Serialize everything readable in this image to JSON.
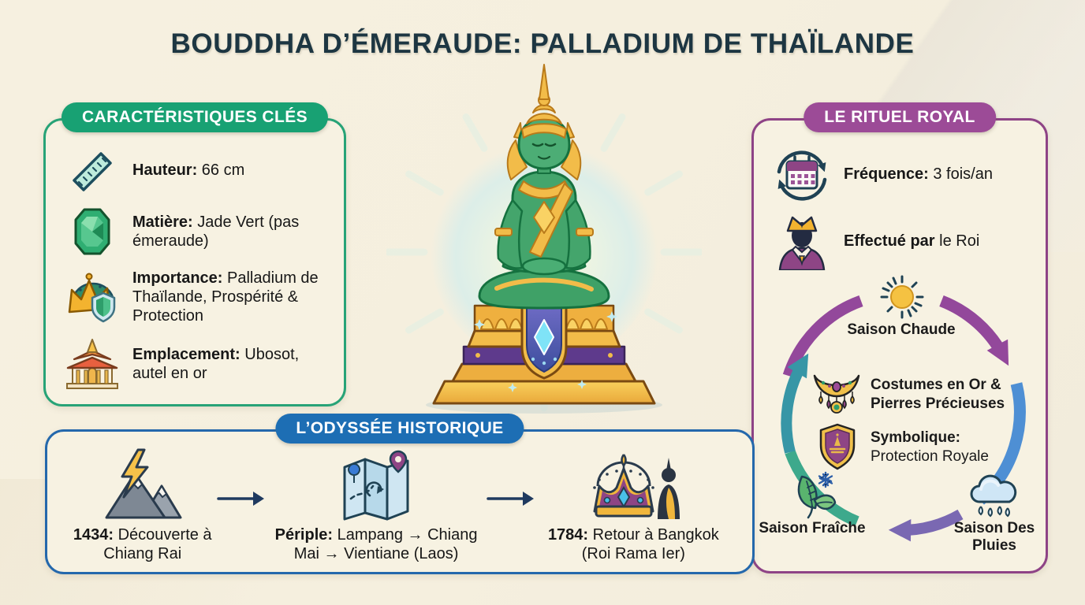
{
  "title": "BOUDDHA D’ÉMERAUDE: PALLADIUM DE THAÏLANDE",
  "colors": {
    "background": "#f5efdf",
    "title_text": "#1d3642",
    "green_accent": "#18a173",
    "purple_accent": "#9c4b97",
    "blue_accent": "#1d6eb4",
    "cycle_purple": "#93489b",
    "cycle_blue": "#4e8fd4",
    "cycle_violet": "#7a68b2",
    "cycle_teal": "#3796a6",
    "cycle_green": "#3da98c"
  },
  "left_panel": {
    "header": "CARACTÉRISTIQUES CLÉS",
    "items": [
      {
        "icon": "ruler-icon",
        "label": "Hauteur:",
        "text": " 66 cm"
      },
      {
        "icon": "emerald-icon",
        "label": "Matière:",
        "text": " Jade Vert (pas émeraude)"
      },
      {
        "icon": "crown-shield-icon",
        "label": "Importance:",
        "text": " Palladium de Thaïlande, Prospérité & Protection"
      },
      {
        "icon": "temple-icon",
        "label": "Emplacement:",
        "text": " Ubosot, autel en or"
      }
    ]
  },
  "center": {
    "illustration": "emerald-buddha-statue"
  },
  "right_panel": {
    "header": "LE RITUEL ROYAL",
    "items": [
      {
        "icon": "calendar-cycle-icon",
        "label": "Fréquence:",
        "text": " 3 fois/an"
      },
      {
        "icon": "king-icon",
        "label": "Effectué par",
        "text": " le Roi"
      }
    ],
    "cycle": {
      "season_top": {
        "icon": "sun-icon",
        "label": "Saison Chaude"
      },
      "season_right": {
        "icon": "rain-cloud-icon",
        "label": "Saison Des Pluies"
      },
      "season_left": {
        "icon": "leaves-snowflake-icon",
        "label": "Saison Fraîche"
      },
      "center_items": [
        {
          "icon": "necklace-icon",
          "label": "Costumes en Or & Pierres Précieuses",
          "text": ""
        },
        {
          "icon": "royal-shield-icon",
          "label": "Symbolique:",
          "text": " Protection Royale"
        }
      ]
    }
  },
  "bottom_panel": {
    "header": "L’ODYSSÉE HISTORIQUE",
    "steps": [
      {
        "icon": "mountain-lightning-icon",
        "label": "1434:",
        "text": " Découverte à Chiang Rai"
      },
      {
        "icon": "map-route-icon",
        "label": "Périple:",
        "text": " Lampang → Chiang Mai → Vientiane (Laos)"
      },
      {
        "icon": "crown-buddha-icon",
        "label": "1784:",
        "text": " Retour à Bangkok (Roi Rama Ier)"
      }
    ]
  }
}
